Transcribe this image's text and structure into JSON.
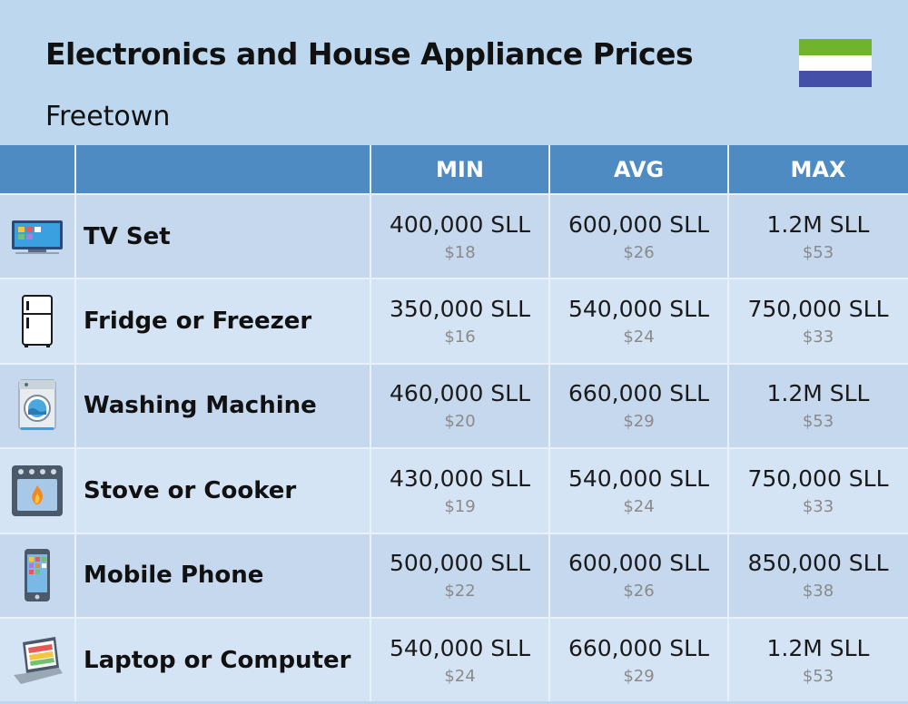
{
  "title": "Electronics and House Appliance Prices",
  "subtitle": "Freetown",
  "flag": {
    "colors": [
      "#6fb42c",
      "#ffffff",
      "#4450a8"
    ]
  },
  "columns": [
    "",
    "",
    "MIN",
    "AVG",
    "MAX"
  ],
  "rows": [
    {
      "icon": "tv-icon",
      "name": "TV Set",
      "min": "400,000 SLL",
      "min_usd": "$18",
      "avg": "600,000 SLL",
      "avg_usd": "$26",
      "max": "1.2M SLL",
      "max_usd": "$53"
    },
    {
      "icon": "fridge-icon",
      "name": "Fridge or Freezer",
      "min": "350,000 SLL",
      "min_usd": "$16",
      "avg": "540,000 SLL",
      "avg_usd": "$24",
      "max": "750,000 SLL",
      "max_usd": "$33"
    },
    {
      "icon": "washing-machine-icon",
      "name": "Washing Machine",
      "min": "460,000 SLL",
      "min_usd": "$20",
      "avg": "660,000 SLL",
      "avg_usd": "$29",
      "max": "1.2M SLL",
      "max_usd": "$53"
    },
    {
      "icon": "stove-icon",
      "name": "Stove or Cooker",
      "min": "430,000 SLL",
      "min_usd": "$19",
      "avg": "540,000 SLL",
      "avg_usd": "$24",
      "max": "750,000 SLL",
      "max_usd": "$33"
    },
    {
      "icon": "mobile-phone-icon",
      "name": "Mobile Phone",
      "min": "500,000 SLL",
      "min_usd": "$22",
      "avg": "600,000 SLL",
      "avg_usd": "$26",
      "max": "850,000 SLL",
      "max_usd": "$38"
    },
    {
      "icon": "laptop-icon",
      "name": "Laptop or Computer",
      "min": "540,000 SLL",
      "min_usd": "$24",
      "avg": "660,000 SLL",
      "avg_usd": "$29",
      "max": "1.2M SLL",
      "max_usd": "$53"
    }
  ]
}
